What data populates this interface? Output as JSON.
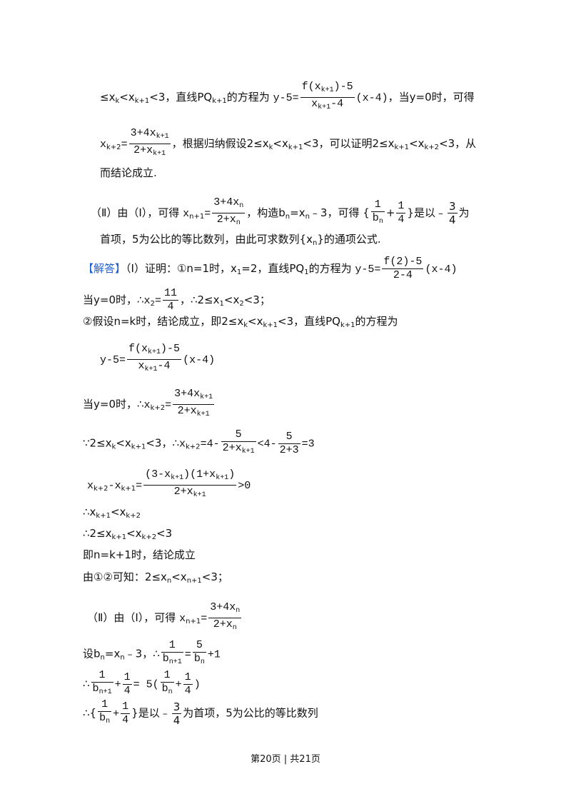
{
  "analysis": {
    "l1": {
      "pre": "≤x",
      "k": "k",
      "lt": "<x",
      "k1": "k+1",
      "mid": "<3，直线PQ",
      "k1b": "k+1",
      "mid2": "的方程为",
      "eq": "y-5=",
      "num": "f(x",
      "num_sub": "k+1",
      "num_end": ")-5",
      "den": "x",
      "den_sub": "k+1",
      "den_end": "-4",
      "after": "(x-4)",
      "tail": "，当y=0时，可得"
    },
    "l2": {
      "x": "x",
      "xsub": "k+2",
      "eq": "=",
      "num": "3+4x",
      "num_sub": "k+1",
      "den": "2+x",
      "den_sub": "k+1",
      "text": "，根据归纳假设2≤x",
      "k": "k",
      "lt": "<x",
      "k1": "k+1",
      "mid": "<3，可以证明2≤x",
      "k1b": "k+1",
      "lt2": "<x",
      "k2": "k+2",
      "tail": "<3，从"
    },
    "l3": "而结论成立.",
    "l4": {
      "part": "（Ⅱ）由（Ⅰ），可得",
      "x": "x",
      "xsub": "n+1",
      "eq": "=",
      "num": "3+4x",
      "num_sub": "n",
      "den": "2+x",
      "den_sub": "n",
      "text": "，构造b",
      "bsub": "n",
      "text2": "=x",
      "xsub2": "n",
      "text3": "﹣3，可得",
      "brace_l": "{",
      "f1n": "1",
      "f1d": "b",
      "f1dsub": "n",
      "plus": "+",
      "f2n": "1",
      "f2d": "4",
      "brace_r": "}",
      "is": "是以﹣",
      "f3n": "3",
      "f3d": "4",
      "tail": "为"
    },
    "l5": {
      "text": "首项，5为公比的等比数列，由此可求数列{x",
      "sub": "n",
      "tail": "}的通项公式."
    }
  },
  "answer": {
    "label": "【解答】",
    "a1": {
      "text": "（Ⅰ）证明：①n=1时，x",
      "sub1": "1",
      "text2": "=2，直线PQ",
      "sub2": "1",
      "text3": "的方程为",
      "eq": "y-5=",
      "num": "f(2)-5",
      "den": "2-4",
      "after": "(x-4)"
    },
    "a2": {
      "text": "当y=0时，∴",
      "x": "x",
      "xsub": "2",
      "eq": "=",
      "num": "11",
      "den": "4",
      "text2": "，∴2≤x",
      "sub1": "1",
      "lt": "<x",
      "sub2": "2",
      "tail": "<3；"
    },
    "a3": {
      "text": "②假设n=k时，结论成立，即2≤x",
      "k": "k",
      "lt": "<x",
      "k1": "k+1",
      "mid": "<3，直线PQ",
      "k1b": "k+1",
      "tail": "的方程为"
    },
    "a4": {
      "eq": "y-5=",
      "num": "f(x",
      "num_sub": "k+1",
      "num_end": ")-5",
      "den": "x",
      "den_sub": "k+1",
      "den_end": "-4",
      "after": "(x-4)"
    },
    "a5": {
      "text": "当y=0时，∴",
      "x": "x",
      "xsub": "k+2",
      "eq": "=",
      "num": "3+4x",
      "num_sub": "k+1",
      "den": "2+x",
      "den_sub": "k+1"
    },
    "a6": {
      "text": "∵2≤x",
      "k": "k",
      "lt": "<x",
      "k1": "k+1",
      "mid": "<3，∴",
      "x": "x",
      "xsub": "k+2",
      "eq": "=4-",
      "num": "5",
      "den": "2+x",
      "den_sub": "k+1",
      "lt2": "<4-",
      "num2": "5",
      "den2": "2+3",
      "tail": "=3"
    },
    "a7": {
      "x1": "x",
      "x1sub": "k+2",
      "minus": "-x",
      "x2sub": "k+1",
      "eq": "=",
      "num": "(3-x",
      "num_sub": "k+1",
      "num_mid": ")(1+x",
      "num_sub2": "k+1",
      "num_end": ")",
      "den": "2+x",
      "den_sub": "k+1",
      "tail": ">0"
    },
    "a8": {
      "text": "∴x",
      "sub1": "k+1",
      "lt": "<x",
      "sub2": "k+2"
    },
    "a9": {
      "text": "∴2≤x",
      "sub1": "k+1",
      "lt": "<x",
      "sub2": "k+2",
      "tail": "<3"
    },
    "a10": "即n=k+1时，结论成立",
    "a11": {
      "text": "由①②可知：2≤x",
      "sub1": "n",
      "lt": "<x",
      "sub2": "n+1",
      "tail": "<3；"
    },
    "a12": {
      "text": "（Ⅱ）由（Ⅰ），可得",
      "x": "x",
      "xsub": "n+1",
      "eq": "=",
      "num": "3+4x",
      "num_sub": "n",
      "den": "2+x",
      "den_sub": "n"
    },
    "a13": {
      "text": "设b",
      "sub1": "n",
      "text2": "=x",
      "sub2": "n",
      "text3": "﹣3，∴",
      "num": "1",
      "den": "b",
      "den_sub": "n+1",
      "eq": "=",
      "num2": "5",
      "den2": "b",
      "den2_sub": "n",
      "tail": "+1"
    },
    "a14": {
      "pre": "∴",
      "num": "1",
      "den": "b",
      "den_sub": "n+1",
      "plus": "+",
      "num2": "1",
      "den2": "4",
      "eq": "= 5(",
      "num3": "1",
      "den3": "b",
      "den3_sub": "n",
      "plus2": "+",
      "num4": "1",
      "den4": "4",
      "close": ")"
    },
    "a15": {
      "pre": "∴{",
      "num": "1",
      "den": "b",
      "den_sub": "n",
      "plus": "+",
      "num2": "1",
      "den2": "4",
      "close": "}",
      "text": "是以﹣",
      "num3": "3",
      "den3": "4",
      "tail": "为首项，5为公比的等比数列"
    }
  },
  "footer": {
    "text": "第20页 | 共21页"
  }
}
